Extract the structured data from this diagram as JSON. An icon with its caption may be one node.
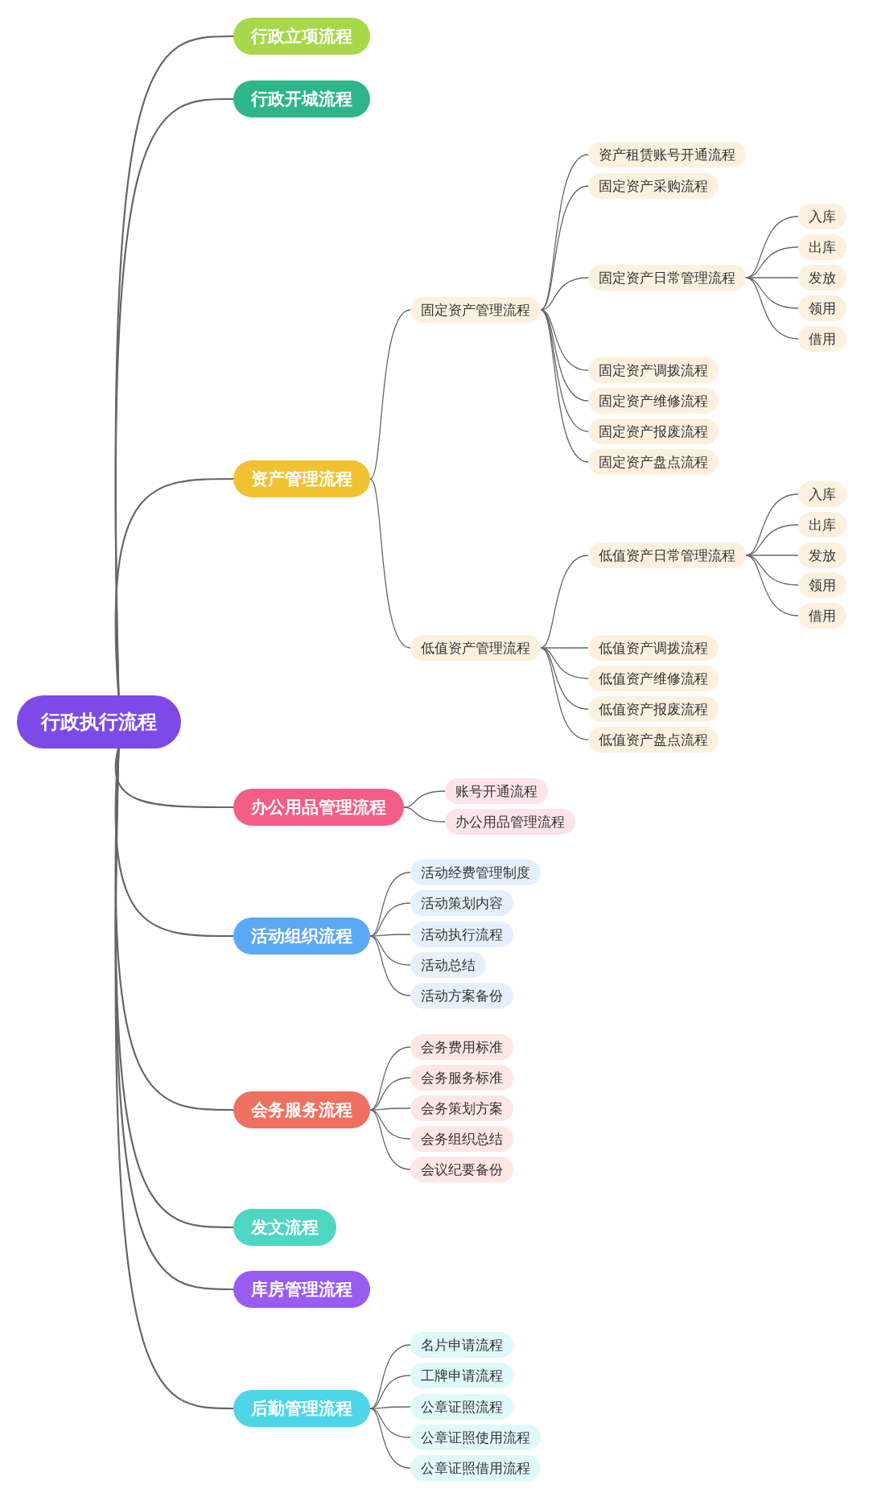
{
  "diagram": {
    "nodes": [
      {
        "text": [
          "行政执行流程"
        ]
      },
      {
        "text": [
          "行政立项流程"
        ]
      },
      {
        "text": [
          "行政开城流程"
        ]
      },
      {
        "text": [
          "资产管理流程"
        ]
      },
      {
        "text": [
          "固定资产管理流程"
        ]
      },
      {
        "text": [
          "资产租赁账号开通流程"
        ]
      },
      {
        "text": [
          "固定资产采购流程"
        ]
      },
      {
        "text": [
          "固定资产日常管理流程"
        ]
      },
      {
        "text": [
          "入库"
        ]
      },
      {
        "text": [
          "出库"
        ]
      },
      {
        "text": [
          "发放"
        ]
      },
      {
        "text": [
          "领用"
        ]
      },
      {
        "text": [
          "借用"
        ]
      },
      {
        "text": [
          "固定资产调拨流程"
        ]
      },
      {
        "text": [
          "固定资产维修流程"
        ]
      },
      {
        "text": [
          "固定资产报废流程"
        ]
      },
      {
        "text": [
          "固定资产盘点流程"
        ]
      },
      {
        "text": [
          "低值资产管理流程"
        ]
      },
      {
        "text": [
          "低值资产日常管理流程"
        ]
      },
      {
        "text": [
          "入库"
        ]
      },
      {
        "text": [
          "出库"
        ]
      },
      {
        "text": [
          "发放"
        ]
      },
      {
        "text": [
          "领用"
        ]
      },
      {
        "text": [
          "借用"
        ]
      },
      {
        "text": [
          "低值资产调拨流程"
        ]
      },
      {
        "text": [
          "低值资产维修流程"
        ]
      },
      {
        "text": [
          "低值资产报废流程"
        ]
      },
      {
        "text": [
          "低值资产盘点流程"
        ]
      },
      {
        "text": [
          "办公用品管理流程"
        ]
      },
      {
        "text": [
          "账号开通流程"
        ]
      },
      {
        "text": [
          "办公用品管理流程"
        ]
      },
      {
        "text": [
          "活动组织流程"
        ]
      },
      {
        "text": [
          "活动经费管理制度"
        ]
      },
      {
        "text": [
          "活动策划内容"
        ]
      },
      {
        "text": [
          "活动执行流程"
        ]
      },
      {
        "text": [
          "活动总结"
        ]
      },
      {
        "text": [
          "活动方案备份"
        ]
      },
      {
        "text": [
          "会务服务流程"
        ]
      },
      {
        "text": [
          "会务费用标准"
        ]
      },
      {
        "text": [
          "会务服务标准"
        ]
      },
      {
        "text": [
          "会务策划方案"
        ]
      },
      {
        "text": [
          "会务组织总结"
        ]
      },
      {
        "text": [
          "会议纪要备份"
        ]
      },
      {
        "text": [
          "发文流程"
        ]
      },
      {
        "text": [
          "库房管理流程"
        ]
      },
      {
        "text": [
          "后勤管理流程"
        ]
      },
      {
        "text": [
          "名片申请流程"
        ]
      },
      {
        "text": [
          "工牌申请流程"
        ]
      },
      {
        "text": [
          "公章证照流程"
        ]
      },
      {
        "text": [
          "公章证照使用流程"
        ]
      },
      {
        "text": [
          "公章证照借用流程"
        ]
      }
    ],
    "edges": [
      {
        "from": 0,
        "to": 1,
        "arrow": "none"
      },
      {
        "from": 0,
        "to": 2,
        "arrow": "none"
      },
      {
        "from": 0,
        "to": 3,
        "arrow": "none"
      },
      {
        "from": 0,
        "to": 28,
        "arrow": "none"
      },
      {
        "from": 0,
        "to": 31,
        "arrow": "none"
      },
      {
        "from": 0,
        "to": 37,
        "arrow": "none"
      },
      {
        "from": 0,
        "to": 43,
        "arrow": "none"
      },
      {
        "from": 0,
        "to": 44,
        "arrow": "none"
      },
      {
        "from": 0,
        "to": 45,
        "arrow": "none"
      },
      {
        "from": 3,
        "to": 4,
        "arrow": "none"
      },
      {
        "from": 3,
        "to": 17,
        "arrow": "none"
      },
      {
        "from": 4,
        "to": 5,
        "arrow": "none"
      },
      {
        "from": 4,
        "to": 6,
        "arrow": "none"
      },
      {
        "from": 4,
        "to": 7,
        "arrow": "none"
      },
      {
        "from": 4,
        "to": 13,
        "arrow": "none"
      },
      {
        "from": 4,
        "to": 14,
        "arrow": "none"
      },
      {
        "from": 4,
        "to": 15,
        "arrow": "none"
      },
      {
        "from": 4,
        "to": 16,
        "arrow": "none"
      },
      {
        "from": 7,
        "to": 8,
        "arrow": "none"
      },
      {
        "from": 7,
        "to": 9,
        "arrow": "none"
      },
      {
        "from": 7,
        "to": 10,
        "arrow": "none"
      },
      {
        "from": 7,
        "to": 11,
        "arrow": "none"
      },
      {
        "from": 7,
        "to": 12,
        "arrow": "none"
      },
      {
        "from": 17,
        "to": 18,
        "arrow": "none"
      },
      {
        "from": 17,
        "to": 24,
        "arrow": "none"
      },
      {
        "from": 17,
        "to": 25,
        "arrow": "none"
      },
      {
        "from": 17,
        "to": 26,
        "arrow": "none"
      },
      {
        "from": 17,
        "to": 27,
        "arrow": "none"
      },
      {
        "from": 18,
        "to": 19,
        "arrow": "none"
      },
      {
        "from": 18,
        "to": 20,
        "arrow": "none"
      },
      {
        "from": 18,
        "to": 21,
        "arrow": "none"
      },
      {
        "from": 18,
        "to": 22,
        "arrow": "none"
      },
      {
        "from": 18,
        "to": 23,
        "arrow": "none"
      },
      {
        "from": 28,
        "to": 29,
        "arrow": "none"
      },
      {
        "from": 28,
        "to": 30,
        "arrow": "none"
      },
      {
        "from": 31,
        "to": 32,
        "arrow": "none"
      },
      {
        "from": 31,
        "to": 33,
        "arrow": "none"
      },
      {
        "from": 31,
        "to": 34,
        "arrow": "none"
      },
      {
        "from": 31,
        "to": 35,
        "arrow": "none"
      },
      {
        "from": 31,
        "to": 36,
        "arrow": "none"
      },
      {
        "from": 37,
        "to": 38,
        "arrow": "none"
      },
      {
        "from": 37,
        "to": 39,
        "arrow": "none"
      },
      {
        "from": 37,
        "to": 40,
        "arrow": "none"
      },
      {
        "from": 37,
        "to": 41,
        "arrow": "none"
      },
      {
        "from": 37,
        "to": 42,
        "arrow": "none"
      },
      {
        "from": 45,
        "to": 46,
        "arrow": "none"
      },
      {
        "from": 45,
        "to": 47,
        "arrow": "none"
      },
      {
        "from": 45,
        "to": 48,
        "arrow": "none"
      },
      {
        "from": 45,
        "to": 49,
        "arrow": "none"
      },
      {
        "from": 45,
        "to": 50,
        "arrow": "none"
      }
    ]
  }
}
